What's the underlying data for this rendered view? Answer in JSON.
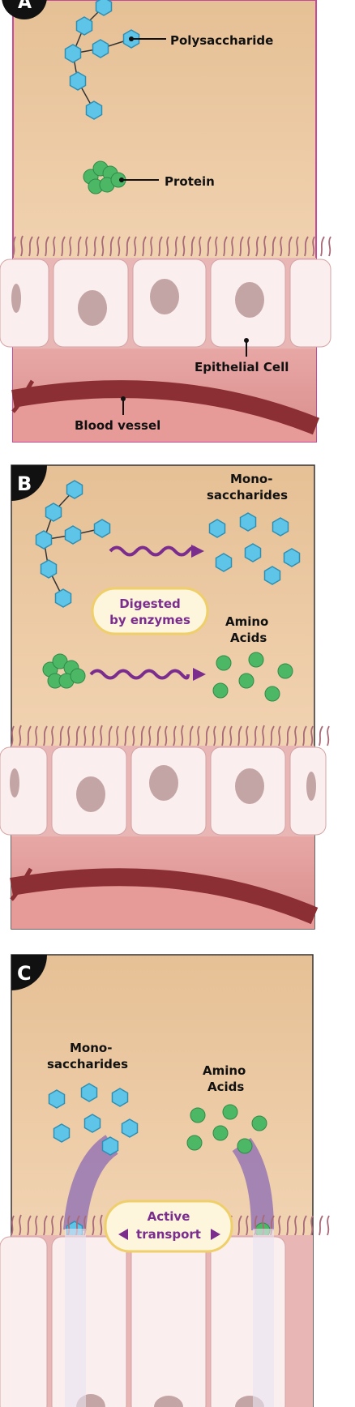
{
  "panel_a": {
    "letter": "A",
    "polysaccharide_label": "Polysaccharide",
    "protein_label": "Protein",
    "epithelial_label": "Epithelial Cell",
    "blood_label": "Blood vessel"
  },
  "panel_b": {
    "letter": "B",
    "mono_label_1": "Mono-",
    "mono_label_2": "saccharides",
    "digest_1": "Digested",
    "digest_2": "by enzymes",
    "amino_1": "Amino",
    "amino_2": "Acids"
  },
  "panel_c": {
    "letter": "C",
    "mono_label_1": "Mono-",
    "mono_label_2": "saccharides",
    "amino_1": "Amino",
    "amino_2": "Acids",
    "active_1": "Active",
    "active_2": "transport"
  },
  "colors": {
    "background_top": "#e8c49a",
    "background_bottom": "#f7dcc0",
    "hexagon": "#5ec4e8",
    "protein": "#4cb866",
    "arrow": "#7b2d8e",
    "cell": "#fbeeee",
    "nucleus": "#c8a8a8",
    "blood_vessel": "#9c3a3a"
  }
}
